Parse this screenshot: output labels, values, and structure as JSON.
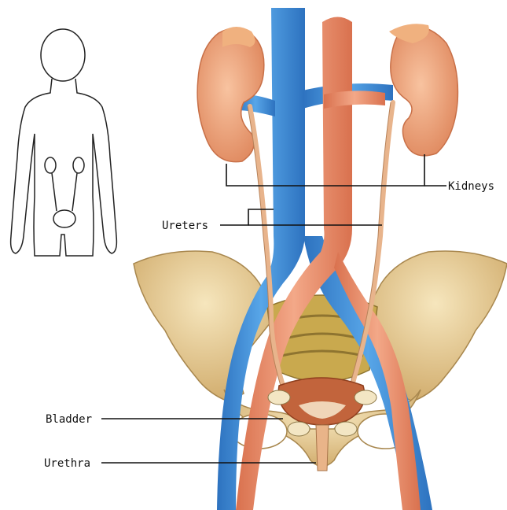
{
  "labels": {
    "kidneys": "Kidneys",
    "ureters": "Ureters",
    "bladder": "Bladder",
    "urethra": "Urethra"
  },
  "colors": {
    "vein": "#3f8fd6",
    "artery": "#e88f6c",
    "kidney": "#eea07c",
    "bone": "#e9d29a",
    "bone_shade": "#b89256",
    "sacrum": "#c9a94e",
    "ureter": "#e8b48c",
    "bladder": "#c2643c"
  },
  "icons": [
    "body-outline-icon"
  ]
}
